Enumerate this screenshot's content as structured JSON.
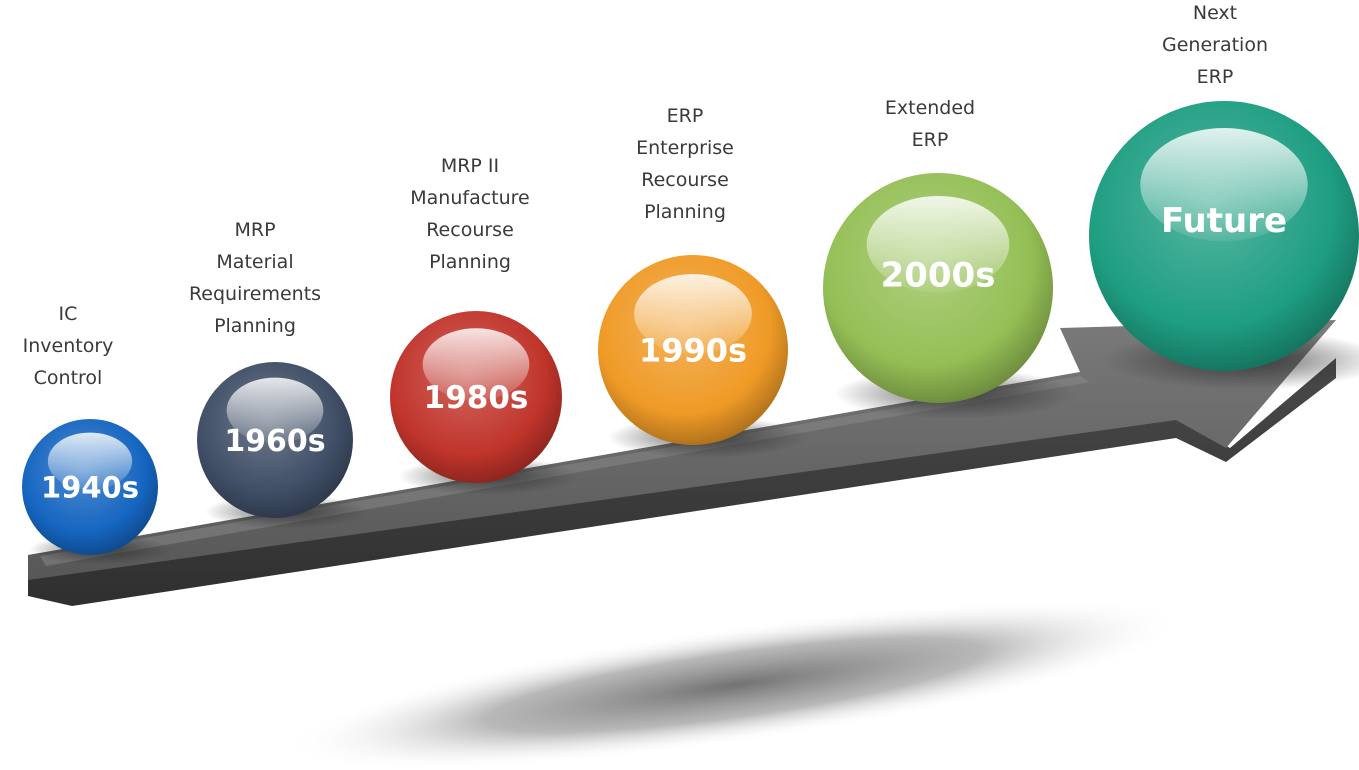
{
  "diagram": {
    "stages": [
      {
        "era": "1940s",
        "color": "#1565C0",
        "description": [
          "IC",
          "Inventory",
          "Control"
        ]
      },
      {
        "era": "1960s",
        "color": "#3F4E66",
        "description": [
          "MRP",
          "Material",
          "Requirements",
          "Planning"
        ]
      },
      {
        "era": "1980s",
        "color": "#C0342B",
        "description": [
          "MRP II",
          "Manufacture",
          "Recourse",
          "Planning"
        ]
      },
      {
        "era": "1990s",
        "color": "#EF9A26",
        "description": [
          "ERP",
          "Enterprise",
          "Recourse",
          "Planning"
        ]
      },
      {
        "era": "2000s",
        "color": "#94BF55",
        "description": [
          "Extended",
          "ERP"
        ]
      },
      {
        "era": "Future",
        "color": "#1E9E82",
        "description": [
          "Next",
          "Generation",
          "ERP"
        ]
      }
    ],
    "arrow_color": "#5E5E5E"
  }
}
